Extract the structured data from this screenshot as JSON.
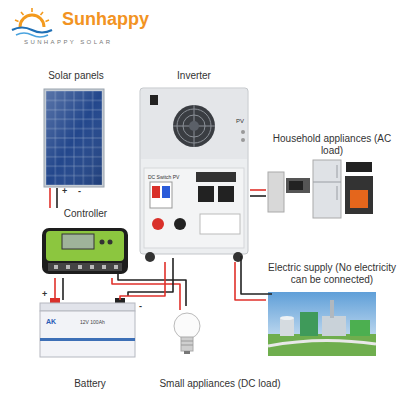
{
  "diagram": {
    "nodes": [
      {
        "text": [
          "Solar panels"
        ]
      },
      {
        "text": [
          "Inverter"
        ]
      },
      {
        "text": [
          "Household appliances (AC load)"
        ]
      },
      {
        "text": [
          "Controller"
        ]
      },
      {
        "text": [
          "Electric supply (No electricity can be connected)"
        ]
      },
      {
        "text": [
          "Battery"
        ]
      },
      {
        "text": [
          "Small appliances (DC load)"
        ]
      }
    ],
    "edges": [
      {
        "from": 0,
        "to": 3,
        "arrow": "none"
      },
      {
        "from": 1,
        "to": 2,
        "arrow": "none"
      },
      {
        "from": 1,
        "to": 4,
        "arrow": "none"
      },
      {
        "from": 3,
        "to": 5,
        "arrow": "none"
      },
      {
        "from": 3,
        "to": 6,
        "arrow": "none"
      },
      {
        "from": 5,
        "to": 1,
        "arrow": "none"
      }
    ],
    "labels": [
      "Sunhappy",
      "SUNHAPPY SOLAR",
      "+",
      "-",
      "DC Switch PV",
      "PV",
      "+",
      "-",
      "AK",
      "12V 100Ah"
    ]
  }
}
